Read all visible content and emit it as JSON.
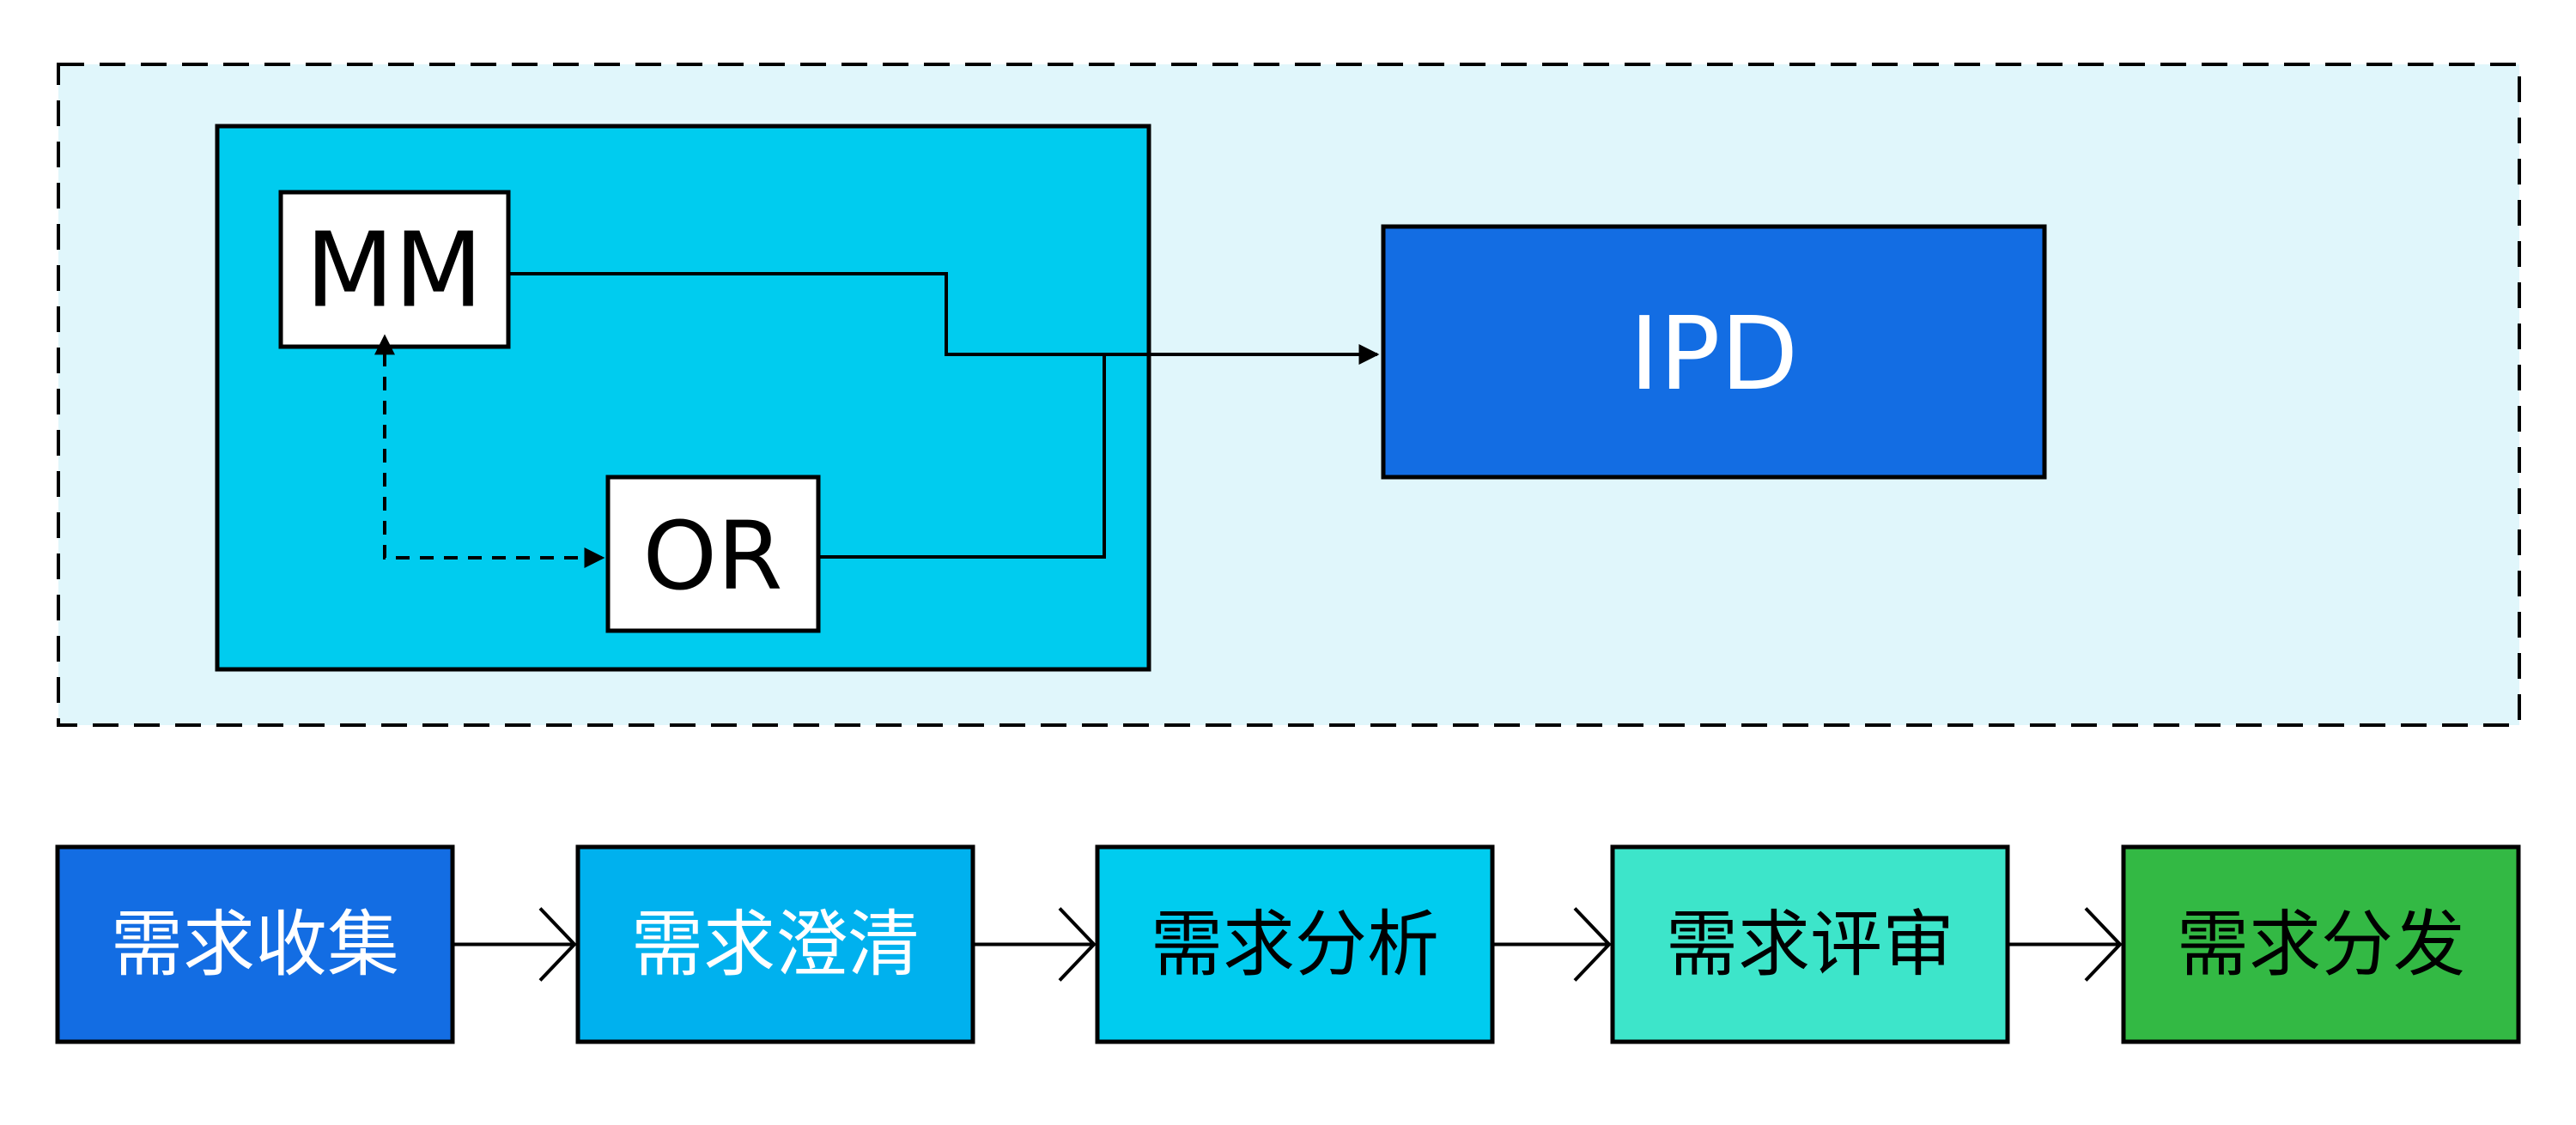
{
  "diagram": {
    "nodes": {
      "mm": "MM",
      "or": "OR",
      "ipd": "IPD"
    },
    "process": [
      "需求收集",
      "需求澄清",
      "需求分析",
      "需求评审",
      "需求分发"
    ]
  },
  "colors": {
    "outer_bg": "#E0F6FB",
    "inner_bg": "#00CCEF",
    "ipd_bg": "#136DE3",
    "node_bg": "#FFFFFF",
    "stroke": "#000000",
    "process": [
      "#136DE3",
      "#00B1EE",
      "#00CCEF",
      "#3DE5CA",
      "#33B944"
    ],
    "process_text": [
      "#FFFFFF",
      "#FFFFFF",
      "#000000",
      "#000000",
      "#000000"
    ]
  }
}
